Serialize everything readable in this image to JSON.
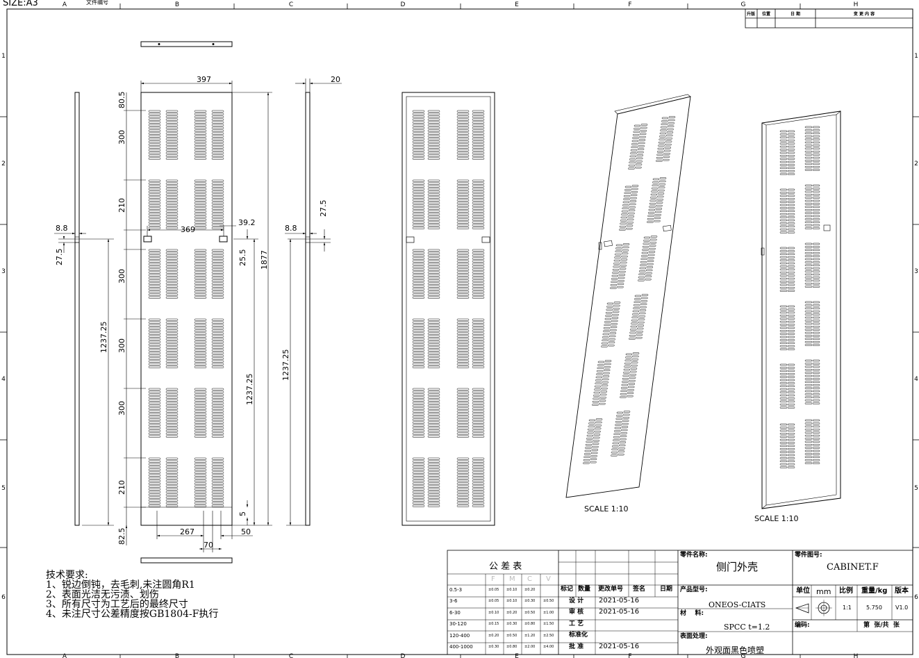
{
  "sheet": {
    "size_label": "SIZE:A3",
    "doc_no_label": "文件编号",
    "zone_columns": [
      "A",
      "B",
      "C",
      "D",
      "E",
      "F",
      "G",
      "H"
    ],
    "zone_rows": [
      "1",
      "2",
      "3",
      "4",
      "5",
      "6"
    ]
  },
  "revision_table": {
    "headers": [
      "升版",
      "位置",
      "日 期",
      "变 更 内 容"
    ]
  },
  "dimensions": {
    "top_width": "397",
    "thickness": "20",
    "first_offset": "80.5",
    "vent_300_a": "300",
    "vent_210_a": "210",
    "hole_span": "369",
    "hole_offset": "39.2",
    "hole_depth": "25.5",
    "total_height": "1877",
    "side_offset": "8.8",
    "side_offset_b": "8.8",
    "side_drop": "27.5",
    "side_drop_b": "27.5",
    "vent_300_b": "300",
    "vent_300_c": "300",
    "vent_300_d": "300",
    "vent_210_b": "210",
    "hinge_span_left": "1237.25",
    "hinge_span_mid": "1237.25",
    "hinge_span_right": "1237.25",
    "bottom_gap": "5",
    "bottom_offset": "82.5",
    "slot_span": "267",
    "slot_right": "50",
    "slot_pitch": "70"
  },
  "views": {
    "iso_scale": "SCALE 1:10",
    "iso2_scale": "SCALE 1:10"
  },
  "tech_requirements": {
    "title": "技术要求:",
    "items": [
      "1、锐边倒钝，去毛刺,未注圆角R1",
      "2、表面光洁无污渍、划伤",
      "3、所有尺寸为工艺后的最终尺寸",
      "4、未注尺寸公差精度按GB1804-F执行"
    ]
  },
  "tolerance_table": {
    "title": "公 差 表",
    "grades": [
      "F",
      "M",
      "C",
      "V"
    ],
    "rows": [
      {
        "range": "0.5-3",
        "vals": [
          "±0.05",
          "±0.10",
          "±0.20",
          ""
        ]
      },
      {
        "range": "3-6",
        "vals": [
          "±0.05",
          "±0.10",
          "±0.30",
          "±0.50"
        ]
      },
      {
        "range": "6-30",
        "vals": [
          "±0.10",
          "±0.20",
          "±0.50",
          "±1.00"
        ]
      },
      {
        "range": "30-120",
        "vals": [
          "±0.15",
          "±0.30",
          "±0.80",
          "±1.50"
        ]
      },
      {
        "range": "120-400",
        "vals": [
          "±0.20",
          "±0.50",
          "±1.20",
          "±2.50"
        ]
      },
      {
        "range": "400-1000",
        "vals": [
          "±0.30",
          "±0.80",
          "±2.00",
          "±4.00"
        ]
      }
    ]
  },
  "approval": {
    "headers": [
      "标记",
      "数量",
      "更改单号",
      "签名",
      "日期"
    ],
    "rows": [
      {
        "role": "设 计",
        "date": "2021-05-16"
      },
      {
        "role": "审 核",
        "date": "2021-05-16"
      },
      {
        "role": "工 艺",
        "date": ""
      },
      {
        "role": "标准化",
        "date": ""
      },
      {
        "role": "批 准",
        "date": "2021-05-16"
      }
    ]
  },
  "title_block": {
    "part_name_label": "零件名称:",
    "part_name": "侧门外壳",
    "part_no_label": "零件图号:",
    "part_no": "CABINET.F",
    "product_label": "产品型号:",
    "product": "ONEOS-CIATS",
    "material_label": "材    料:",
    "material": "SPCC t=1.2",
    "surface_label": "表面处理:",
    "surface": "外观面黑色喷塑",
    "unit_label": "单位",
    "unit": "mm",
    "scale_label": "比例",
    "scale": "1:1",
    "weight_label": "重量/kg",
    "weight": "5.750",
    "version_label": "版本",
    "version": "V1.0",
    "code_label": "编码:",
    "sheet_label": "第  张/共  张"
  }
}
